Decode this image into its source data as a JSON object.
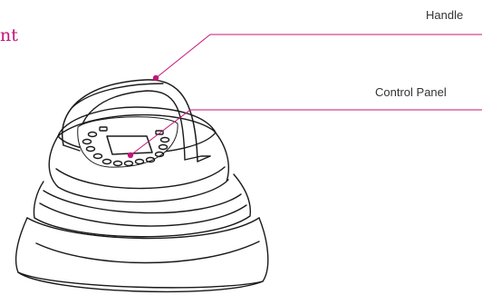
{
  "heading": {
    "text": "nt",
    "color": "#c4157a"
  },
  "callouts": [
    {
      "label": "Handle",
      "dot_color": "#c4157a"
    },
    {
      "label": "Control Panel",
      "dot_color": "#c4157a"
    }
  ],
  "colors": {
    "accent": "#c4157a",
    "outline": "#1a1a1a",
    "leader_line": "#c4157a"
  }
}
